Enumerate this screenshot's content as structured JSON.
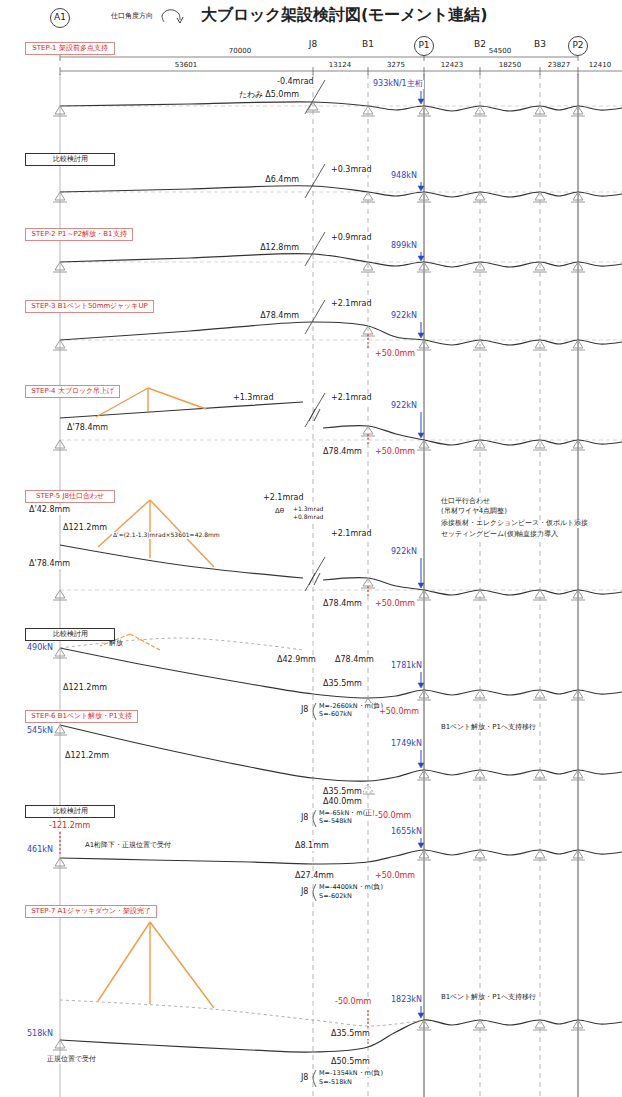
{
  "diagram": {
    "title": "大ブロック架設検討図(モーメント連結)",
    "nodes": [
      {
        "text": [
          "A1"
        ]
      },
      {
        "text": [
          "P1"
        ]
      },
      {
        "text": [
          "P2"
        ]
      },
      {
        "text": [
          "STEP-1 架設前多点支持"
        ]
      },
      {
        "text": [
          "比較検討用"
        ]
      },
      {
        "text": [
          "STEP-2 P1～P2解放・B1支持"
        ]
      },
      {
        "text": [
          "STEP-3 B1ベント50mmジャッキUP"
        ]
      },
      {
        "text": [
          "STEP-4 大ブロック吊上げ"
        ]
      },
      {
        "text": [
          "STEP-5 J8仕口合わせ"
        ]
      },
      {
        "text": [
          "比較検討用"
        ]
      },
      {
        "text": [
          "STEP-6 B1ベント解放・P1支持"
        ]
      },
      {
        "text": [
          "比較検討用"
        ]
      },
      {
        "text": [
          "STEP-7 A1ジャッキダウン・架設完了"
        ]
      }
    ],
    "labels": [
      "仕口角度方向",
      "J8",
      "B1",
      "B2",
      "B3",
      "70000",
      "54500",
      "53601",
      "13124",
      "3275",
      "12423",
      "18250",
      "23827",
      "12410",
      "-0.4mrad",
      "たわみ Δ5.0mm",
      "933kN/1主桁",
      "+0.3mrad",
      "Δ6.4mm",
      "948kN",
      "+0.9mrad",
      "Δ12.8mm",
      "899kN",
      "+2.1mrad",
      "Δ78.4mm",
      "922kN",
      "+50.0mm",
      "Δ'78.4mm",
      "+1.3mrad",
      "+2.1mrad",
      "922kN",
      "Δ78.4mm",
      "+50.0mm",
      "+2.1mrad",
      "+1.3mrad",
      "+0.8mrad",
      "Δθ",
      "Δ'42.8mm",
      "Δ121.2mm",
      "Δ'78.4mm",
      "Δ'=(2.1-1.3)mrad×53601=42.8mm",
      "+2.1mrad",
      "922kN",
      "Δ78.4mm",
      "+50.0mm",
      "仕口平行合わせ",
      "(吊材ワイヤ4点調整)",
      "添接板材・エレクションピース・仮ボルト添接",
      "セッティングビーム(仮)軸直接力導入",
      "490kN",
      "解放",
      "Δ121.2mm",
      "Δ42.9mm",
      "Δ78.4mm",
      "1781kN",
      "Δ35.5mm",
      "J8",
      "M=-2660kN・m(負)",
      "S=-607kN",
      "+50.0mm",
      "545kN",
      "B1ベント解放・P1へ支持移行",
      "1749kN",
      "Δ121.2mm",
      "Δ35.5mm",
      "Δ40.0mm",
      "J8",
      "M=-65kN・m(正)",
      "S=-548kN",
      "-50.0mm",
      "-121.2mm",
      "461kN",
      "A1桁降下・正規位置で受付",
      "Δ8.1mm",
      "1655kN",
      "Δ27.4mm",
      "J8",
      "M=-4400kN・m(負)",
      "S=-602kN",
      "+50.0mm",
      "B1ベント解放・P1へ支持移行",
      "-50.0mm",
      "1823kN",
      "518kN",
      "Δ35.5mm",
      "Δ50.5mm",
      "正規位置で受付",
      "J8",
      "M=-1354kN・m(負)",
      "S=-518kN"
    ]
  }
}
